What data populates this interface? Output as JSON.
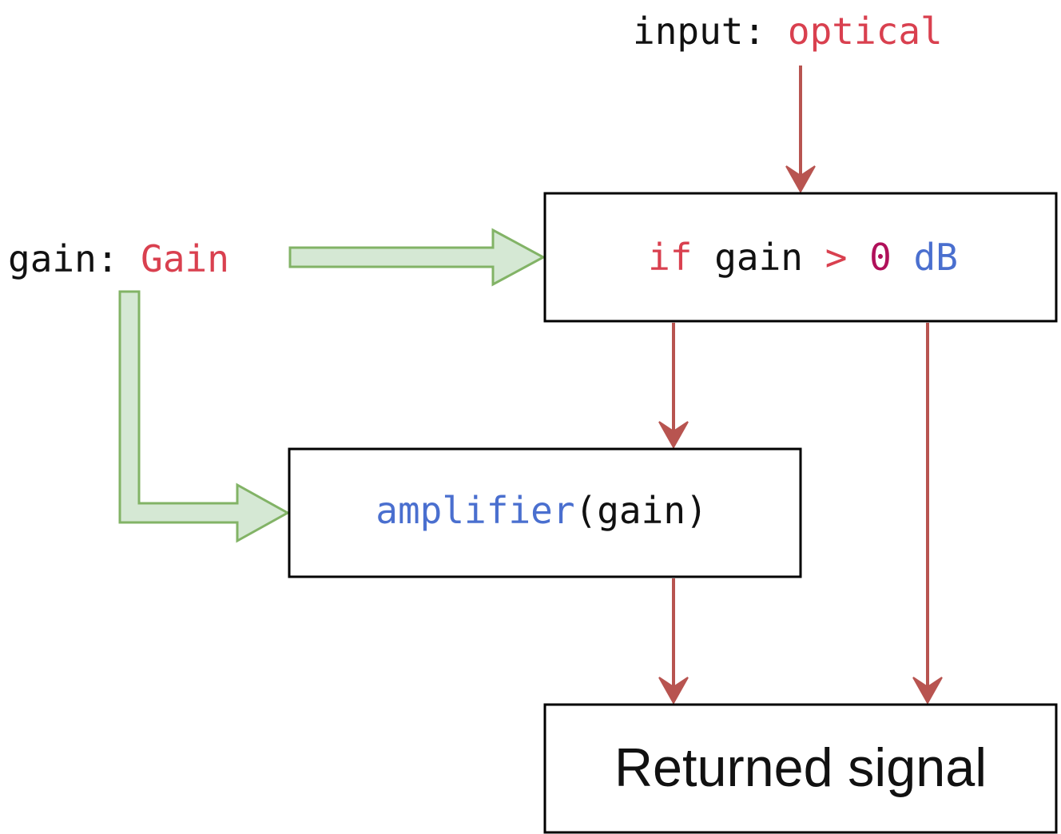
{
  "colors": {
    "keyword_red": "#d9404f",
    "function_blue": "#4a6fcf",
    "number_magenta": "#b0105a",
    "text_black": "#111111",
    "flow_arrow": "#b85450",
    "param_arrow_fill": "#d5e8d4",
    "param_arrow_stroke": "#82b366",
    "box_border": "#000000"
  },
  "input_label": {
    "name": "input",
    "sep": ": ",
    "type": "optical"
  },
  "gain_label": {
    "name": "gain",
    "sep": ": ",
    "type": "Gain"
  },
  "condition_box": {
    "keyword": "if",
    "variable": "gain",
    "operator": ">",
    "number": "0",
    "unit": "dB"
  },
  "amplifier_box": {
    "function": "amplifier",
    "open_paren": "(",
    "argument": "gain",
    "close_paren": ")"
  },
  "output_box": {
    "label": "Returned signal"
  }
}
